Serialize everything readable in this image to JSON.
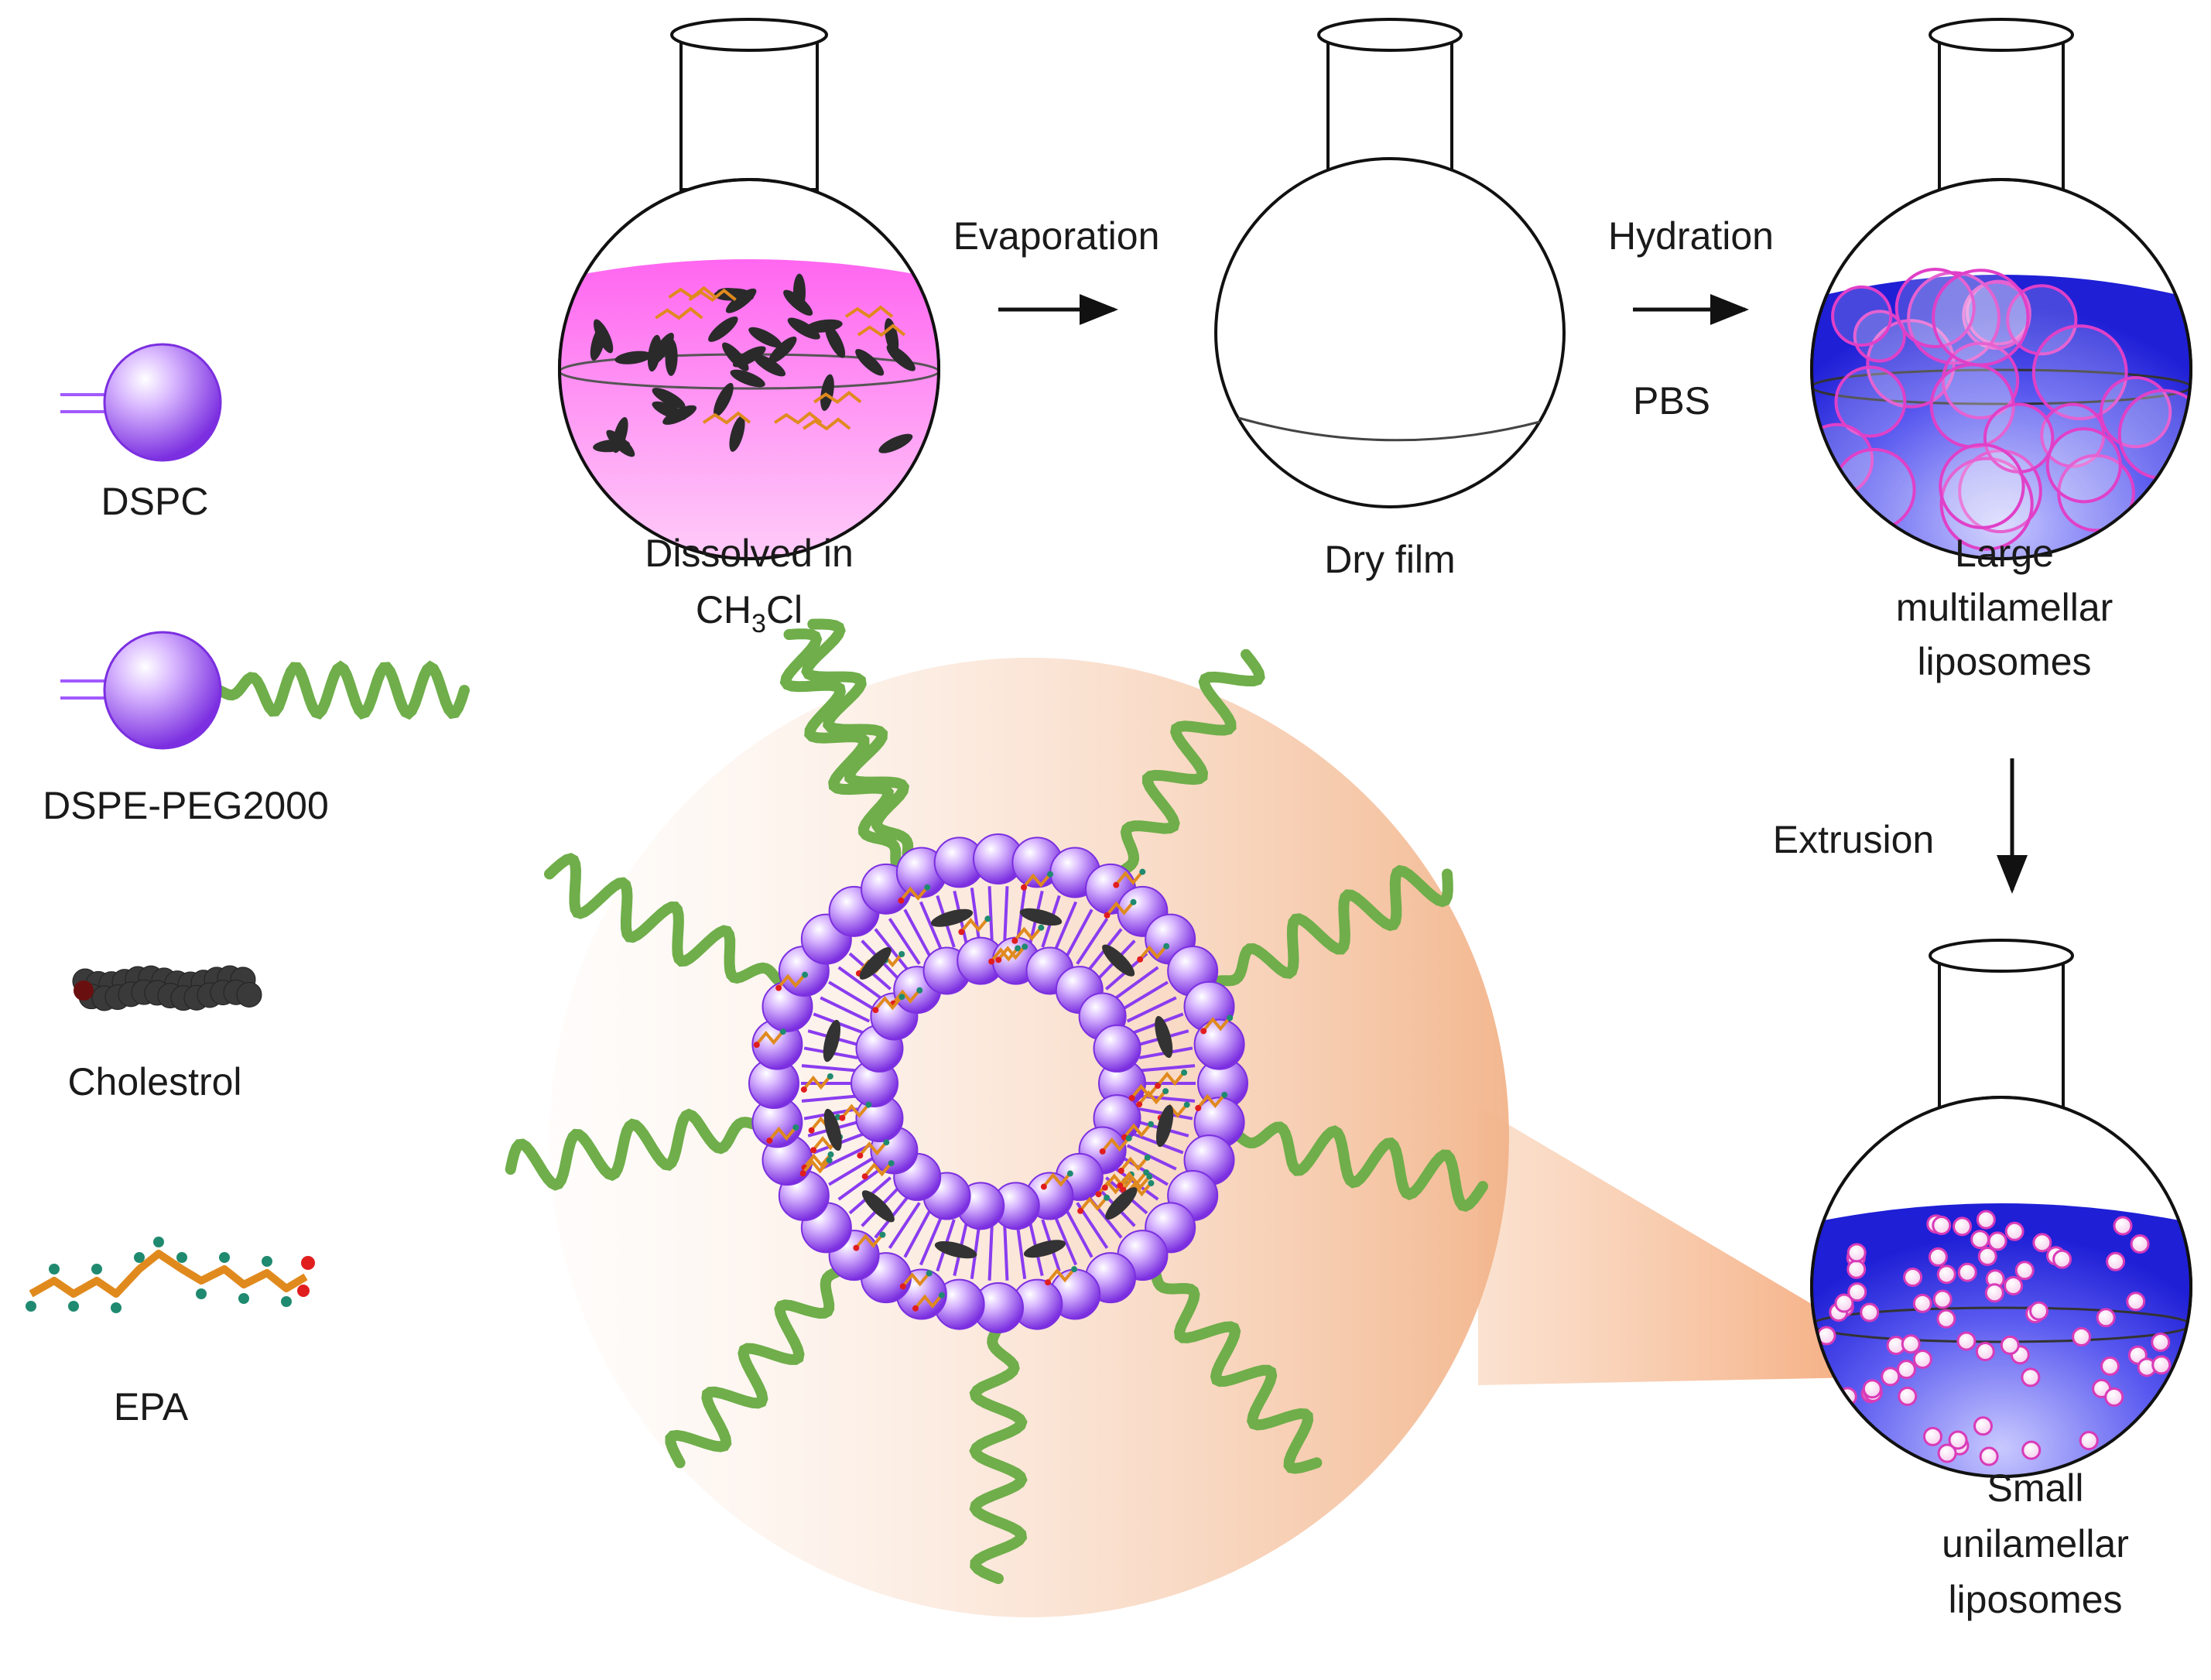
{
  "legend": {
    "dspc": "DSPC",
    "dspe_peg": "DSPE-PEG2000",
    "cholesterol": "Cholestrol",
    "epa": "EPA"
  },
  "steps": {
    "evaporation": "Evaporation",
    "hydration": "Hydration",
    "pbs": "PBS",
    "extrusion": "Extrusion"
  },
  "flasks": {
    "dissolved_line1": "Dissolved in",
    "dissolved_line2_prefix": "CH",
    "dissolved_line2_sub": "3",
    "dissolved_line2_suffix": "Cl",
    "dry_film": "Dry film",
    "large_line1": "Large",
    "large_line2": "multilamellar",
    "large_line3": "liposomes",
    "small_line1": "Small",
    "small_line2": "unilamellar",
    "small_line3": "liposomes"
  },
  "colors": {
    "lipid_head": "#a259ff",
    "peg_chain": "#6fae4a",
    "chloroform_solution": "#e23de0",
    "pbs_solution": "#3a3ae8",
    "liposome_ring": "#e040c8",
    "epa": "#e08a1e",
    "cholesterol": "#333333",
    "zoom_halo": "#f2b48a"
  }
}
